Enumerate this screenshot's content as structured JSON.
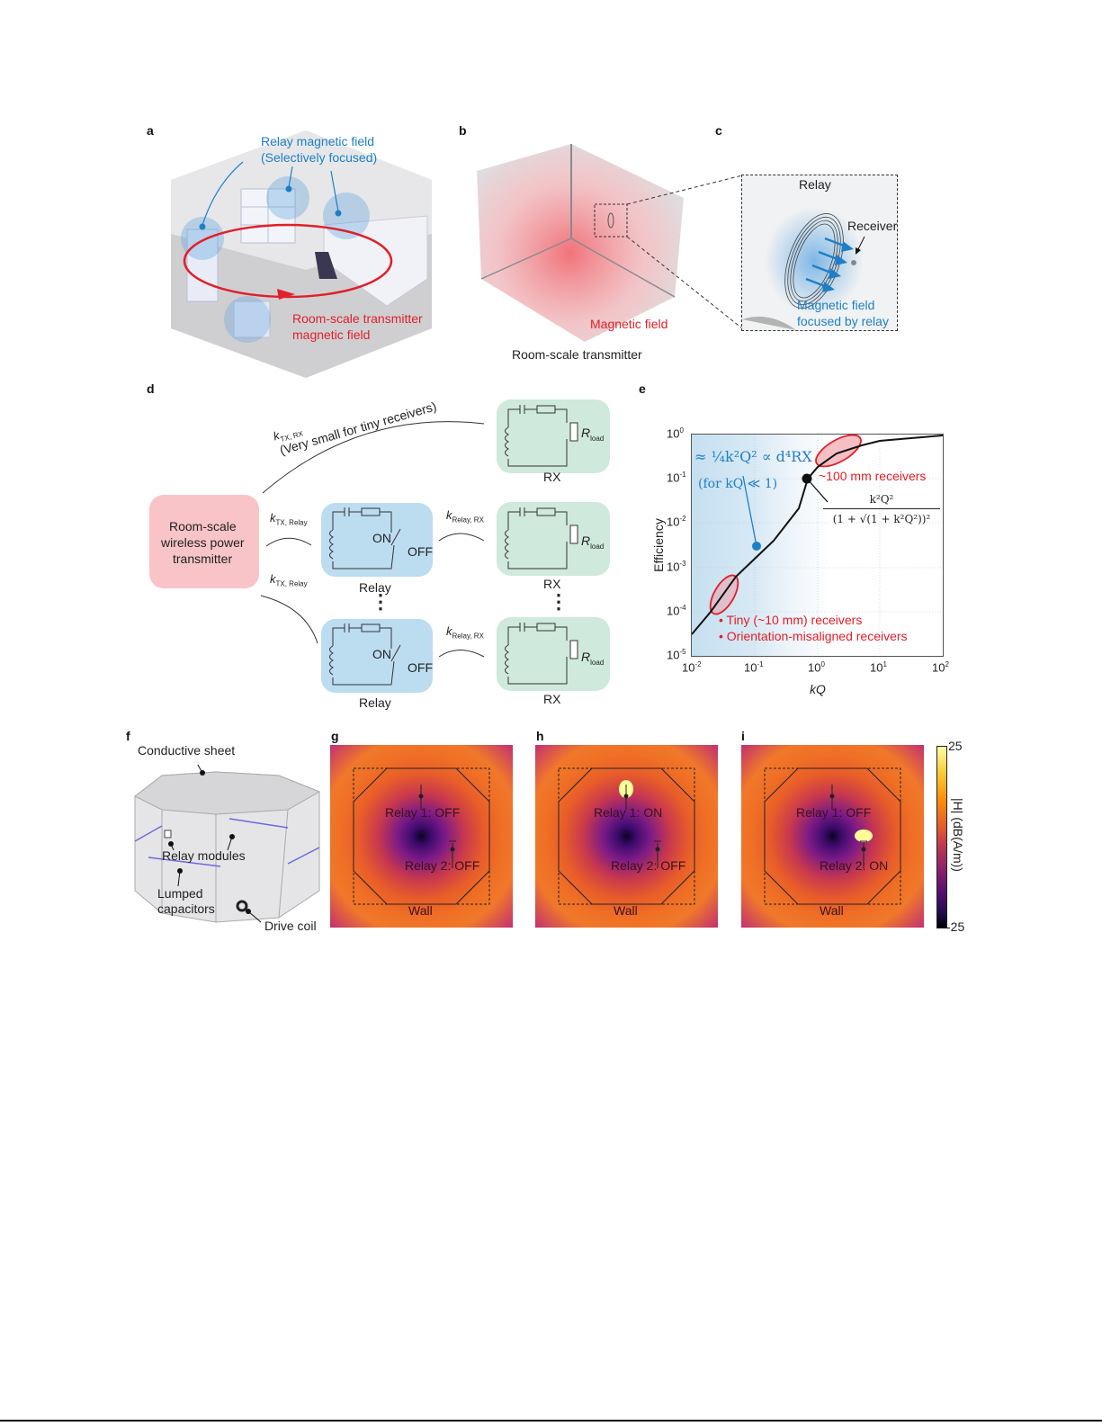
{
  "figure": {
    "panels": {
      "a": {
        "label": "a",
        "relay_field_title": "Relay magnetic field",
        "relay_field_subtitle": "(Selectively focused)",
        "tx_field_line1": "Room-scale transmitter",
        "tx_field_line2": "magnetic field"
      },
      "b": {
        "label": "b",
        "field_label": "Magnetic field",
        "caption": "Room-scale transmitter"
      },
      "c": {
        "label": "c",
        "relay": "Relay",
        "receiver": "Receiver",
        "focused_line1": "Magnetic field",
        "focused_line2": "focused by relay"
      },
      "d": {
        "label": "d",
        "tx_box_line1": "Room-scale",
        "tx_box_line2": "wireless power",
        "tx_box_line3": "transmitter",
        "k_tx_rx": "k",
        "k_tx_rx_sub": "TX, RX",
        "k_tx_rx_note": "(Very small for tiny receivers)",
        "k_tx_relay": "k",
        "k_tx_relay_sub": "TX, Relay",
        "k_relay_rx": "k",
        "k_relay_rx_sub": "Relay, RX",
        "relay_label": "Relay",
        "rx_label": "RX",
        "switch_on": "ON",
        "switch_off": "OFF",
        "r_load": "R",
        "r_load_sub": "load",
        "ellipsis": "⋮"
      },
      "e": {
        "label": "e",
        "eq_approx": "≈ ¼k²Q² ∝ d⁴RX",
        "eq_condition": "(for  kQ ≪ 1)",
        "eq_exact_num": "k²Q²",
        "eq_exact_den": "(1 + √(1 + k²Q²))²",
        "ann_100mm": "~100 mm receivers",
        "ann_tiny": "• Tiny (~10 mm) receivers",
        "ann_misaligned": "• Orientation-misaligned receivers"
      },
      "f": {
        "label": "f",
        "conductive_sheet": "Conductive sheet",
        "relay_modules": "Relay modules",
        "lumped1": "Lumped",
        "lumped2": "capacitors",
        "drive_coil": "Drive coil"
      },
      "g": {
        "label": "g",
        "relay1": "Relay 1: OFF",
        "relay2": "Relay 2: OFF",
        "wall": "Wall"
      },
      "h": {
        "label": "h",
        "relay1": "Relay 1: ON",
        "relay2": "Relay 2: OFF",
        "wall": "Wall"
      },
      "i": {
        "label": "i",
        "relay1": "Relay 1: OFF",
        "relay2": "Relay 2: ON",
        "wall": "Wall"
      },
      "colorbar": {
        "max": "25",
        "min": "-25",
        "label": "|H| (dB(A/m))"
      }
    },
    "colors": {
      "blue": "#1f7fc6",
      "red": "#e0202a",
      "rx_box": "#cfe9dc",
      "relay_box": "#bcdcf0",
      "tx_box": "#f8c4c8"
    }
  },
  "chart_data": {
    "type": "line",
    "title": "",
    "xlabel": "kQ",
    "ylabel": "Efficiency",
    "xscale": "log",
    "yscale": "log",
    "xlim": [
      0.01,
      100
    ],
    "ylim": [
      1e-05,
      1
    ],
    "x_ticks": [
      "10^-2",
      "10^-1",
      "10^0",
      "10^1",
      "10^2"
    ],
    "y_ticks": [
      "10^-5",
      "10^-4",
      "10^-3",
      "10^-2",
      "10^-1",
      "10^0"
    ],
    "grid": true,
    "series": [
      {
        "name": "k²Q² / (1+√(1+k²Q²))²",
        "x": [
          0.01,
          0.02,
          0.05,
          0.1,
          0.2,
          0.5,
          0.7,
          1,
          2,
          5,
          10,
          100
        ],
        "values": [
          2.5e-05,
          0.0001,
          0.000624,
          0.0025,
          0.0096,
          0.0557,
          0.1,
          0.1716,
          0.382,
          0.67,
          0.818,
          0.98
        ]
      }
    ],
    "markers": [
      {
        "x": 0.1,
        "y": 0.003,
        "color": "#1f7fc6",
        "label": "≈ ¼k²Q² ∝ d⁴RX (for kQ ≪ 1)"
      },
      {
        "x": 0.7,
        "y": 0.1,
        "color": "#000000",
        "label": "k²Q²/(1+√(1+k²Q²))²"
      }
    ],
    "regions": [
      {
        "label": "~100 mm receivers",
        "x_range": [
          1,
          5
        ],
        "y_range": [
          0.17,
          0.7
        ]
      },
      {
        "label": "Tiny (~10 mm) receivers; Orientation-misaligned receivers",
        "x_range": [
          0.02,
          0.05
        ],
        "y_range": [
          0.0001,
          0.0006
        ]
      }
    ]
  }
}
